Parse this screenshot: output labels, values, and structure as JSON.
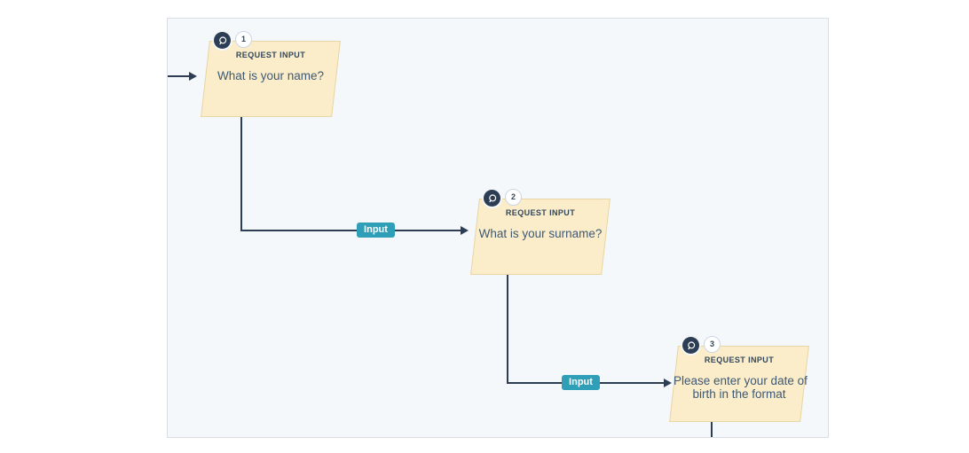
{
  "diagram": {
    "type": "bot-flow",
    "nodes": [
      {
        "number": "1",
        "type_label": "REQUEST INPUT",
        "icon": "chat-bubble-icon",
        "body_lines": [
          "What is your name?"
        ]
      },
      {
        "number": "2",
        "type_label": "REQUEST INPUT",
        "icon": "chat-bubble-icon",
        "body_lines": [
          "What is your surname?"
        ]
      },
      {
        "number": "3",
        "type_label": "REQUEST INPUT",
        "icon": "chat-bubble-icon",
        "body_lines": [
          "Please enter your date of",
          "birth in the format"
        ]
      }
    ],
    "edges": [
      {
        "from": "canvas-left",
        "to": "node-1"
      },
      {
        "from": "node-1",
        "to": "node-2",
        "label": "Input"
      },
      {
        "from": "node-2",
        "to": "node-3",
        "label": "Input"
      },
      {
        "from": "node-3",
        "to": "offscreen-bottom"
      }
    ],
    "colors": {
      "canvas_background": "#f5f8fa",
      "canvas_border": "#d9dee4",
      "node_fill": "#fbedca",
      "node_border": "#e7d5a5",
      "connector_line": "#2d3e54",
      "badge_circle": "#2d3e54",
      "number_circle_border": "#cbd6e2",
      "title_text": "#33475b",
      "body_text": "#3e5974",
      "input_pill": "#2f9fb8",
      "input_pill_text": "#ffffff"
    }
  }
}
